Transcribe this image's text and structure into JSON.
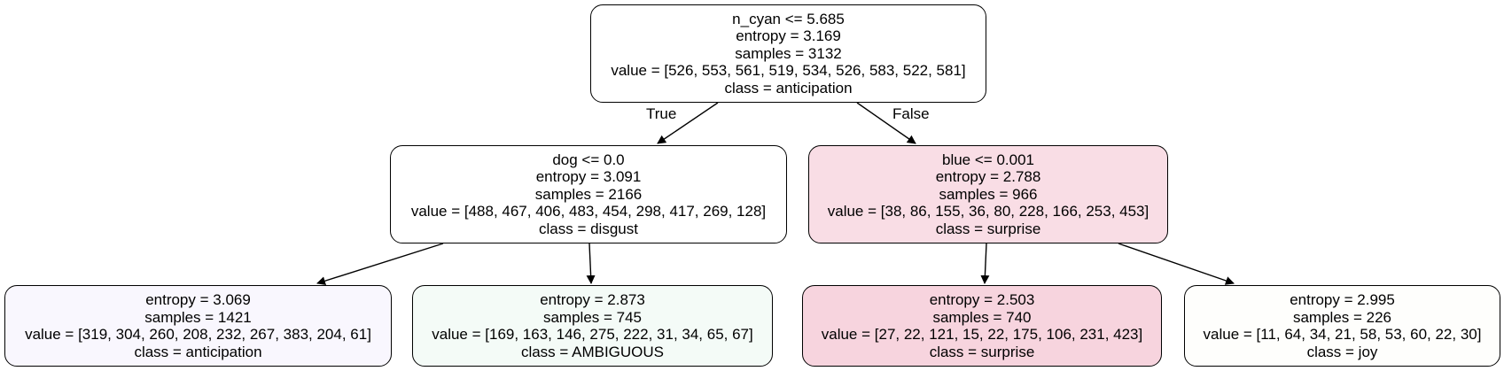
{
  "tree": {
    "root": {
      "lines": [
        "n_cyan <= 5.685",
        "entropy = 3.169",
        "samples = 3132",
        "value = [526, 553, 561, 519, 534, 526, 583, 522, 581]",
        "class = anticipation"
      ],
      "fill": "#ffffff"
    },
    "edge_true": "True",
    "edge_false": "False",
    "left": {
      "lines": [
        "dog <= 0.0",
        "entropy = 3.091",
        "samples = 2166",
        "value = [488, 467, 406, 483, 454, 298, 417, 269, 128]",
        "class = disgust"
      ],
      "fill": "#ffffff"
    },
    "right": {
      "lines": [
        "blue <= 0.001",
        "entropy = 2.788",
        "samples = 966",
        "value = [38, 86, 155, 36, 80, 228, 166, 253, 453]",
        "class = surprise"
      ],
      "fill": "#f9dde5"
    },
    "ll": {
      "lines": [
        "entropy = 3.069",
        "samples = 1421",
        "value = [319, 304, 260, 208, 232, 267, 383, 204, 61]",
        "class = anticipation"
      ],
      "fill": "#f9f7fe"
    },
    "lr": {
      "lines": [
        "entropy = 2.873",
        "samples = 745",
        "value = [169, 163, 146, 275, 222, 31, 34, 65, 67]",
        "class = AMBIGUOUS"
      ],
      "fill": "#f4fbf7"
    },
    "rl": {
      "lines": [
        "entropy = 2.503",
        "samples = 740",
        "value = [27, 22, 121, 15, 22, 175, 106, 231, 423]",
        "class = surprise"
      ],
      "fill": "#f7d4de"
    },
    "rr": {
      "lines": [
        "entropy = 2.995",
        "samples = 226",
        "value = [11, 64, 34, 21, 58, 53, 60, 22, 30]",
        "class = joy"
      ],
      "fill": "#fefefc"
    }
  }
}
